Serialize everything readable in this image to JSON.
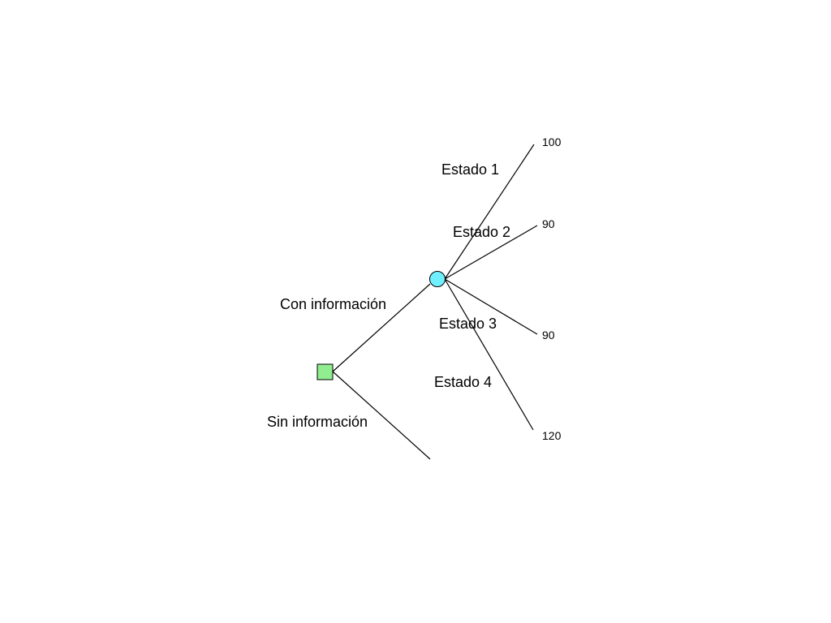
{
  "decision_node": {
    "type": "decision",
    "shape": "square",
    "color": "#90EE90",
    "branches": [
      {
        "label": "Con información",
        "leads_to": "chance_node"
      },
      {
        "label": "Sin información",
        "leads_to": ""
      }
    ]
  },
  "chance_node": {
    "type": "chance",
    "shape": "circle",
    "color": "#70F0FF",
    "branches": [
      {
        "label": "Estado 1",
        "payoff": "100"
      },
      {
        "label": "Estado 2",
        "payoff": "90"
      },
      {
        "label": "Estado 3",
        "payoff": "90"
      },
      {
        "label": "Estado 4",
        "payoff": "120"
      }
    ]
  }
}
